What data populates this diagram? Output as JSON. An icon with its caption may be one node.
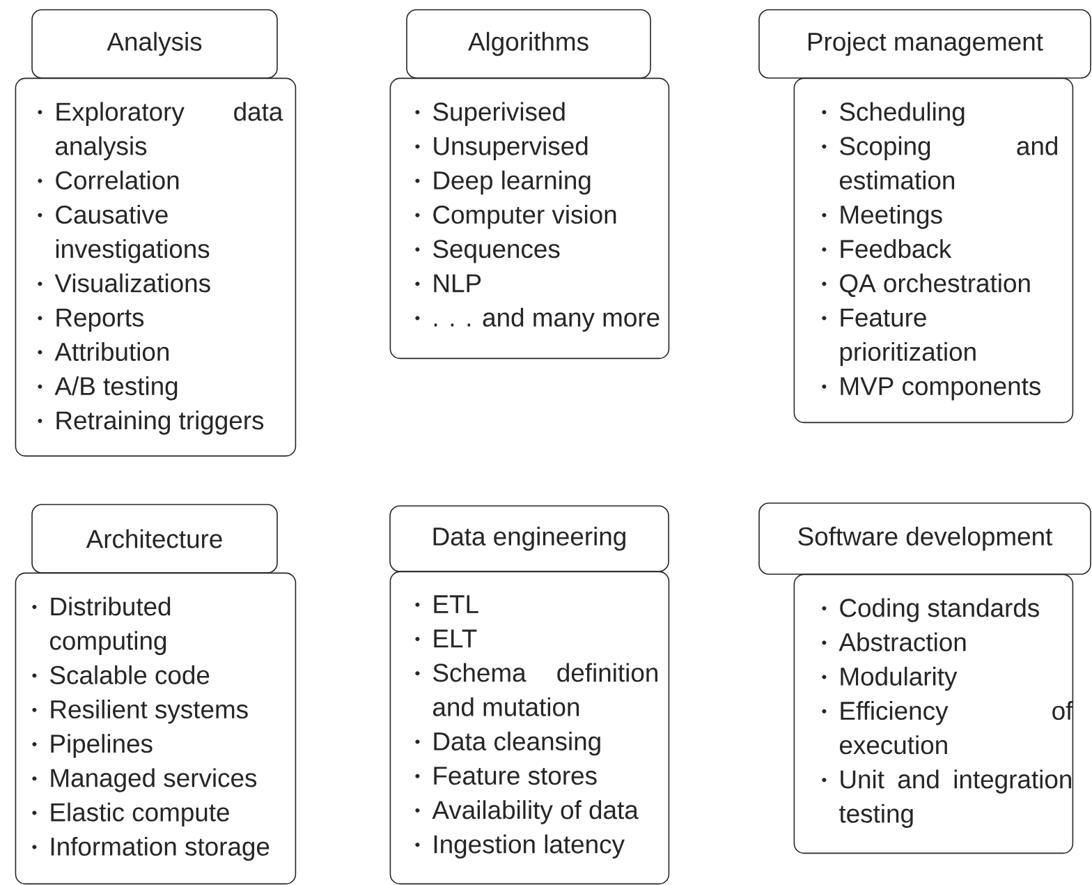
{
  "diagram": {
    "nodes": [
      {
        "text": [
          "Analysis"
        ]
      },
      {
        "text": [
          "Exploratory data analysis",
          "Correlation",
          "Causative investigations",
          "Visualizations",
          "Reports",
          "Attribution",
          "A/B testing",
          "Retraining triggers"
        ]
      },
      {
        "text": [
          "Algorithms"
        ]
      },
      {
        "text": [
          "Superivised",
          "Unsupervised",
          "Deep learning",
          "Computer vision",
          "Sequences",
          "NLP",
          ". . . and many more"
        ]
      },
      {
        "text": [
          "Project management"
        ]
      },
      {
        "text": [
          "Scheduling",
          "Scoping and estimation",
          "Meetings",
          "Feedback",
          "QA orchestration",
          "Feature prioritization",
          "MVP components"
        ]
      },
      {
        "text": [
          "Architecture"
        ]
      },
      {
        "text": [
          "Distributed computing",
          "Scalable code",
          "Resilient systems",
          "Pipelines",
          "Managed services",
          "Elastic compute",
          "Information storage"
        ]
      },
      {
        "text": [
          "Data engineering"
        ]
      },
      {
        "text": [
          "ETL",
          "ELT",
          "Schema definition and mutation",
          "Data cleansing",
          "Feature stores",
          "Availability of data",
          "Ingestion latency"
        ]
      },
      {
        "text": [
          "Software development"
        ]
      },
      {
        "text": [
          "Coding standards",
          "Abstraction",
          "Modularity",
          "Efficiency of execution",
          "Unit and integration testing"
        ]
      }
    ]
  }
}
